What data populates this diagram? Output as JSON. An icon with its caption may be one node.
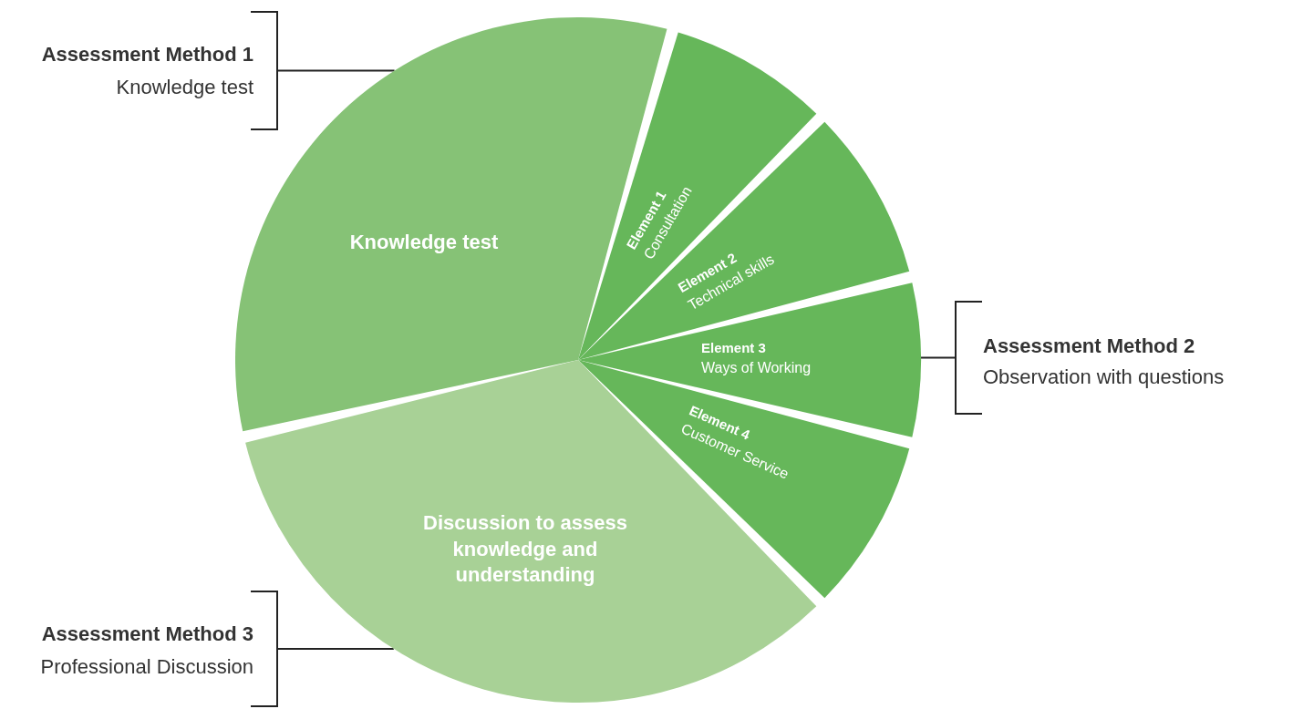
{
  "diagram": {
    "nodes": [
      {
        "text": [
          "Assessment Method 1",
          "Knowledge test"
        ]
      },
      {
        "text": [
          "Knowledge test"
        ]
      },
      {
        "text": [
          "Element 1",
          "Consultation"
        ]
      },
      {
        "text": [
          "Element 2",
          "Technical skills"
        ]
      },
      {
        "text": [
          "Element 3",
          "Ways of Working"
        ]
      },
      {
        "text": [
          "Element 4",
          "Customer Service"
        ]
      },
      {
        "text": [
          "Assessment Method 2",
          "Observation with questions"
        ]
      },
      {
        "text": [
          "Discussion to assess knowledge and understanding"
        ]
      },
      {
        "text": [
          "Assessment Method 3",
          "Professional Discussion"
        ]
      }
    ],
    "edges": [
      {
        "from": 0,
        "to": 1,
        "arrow": "none"
      },
      {
        "from": 6,
        "to": 4,
        "arrow": "none"
      },
      {
        "from": 8,
        "to": 7,
        "arrow": "none"
      }
    ]
  }
}
